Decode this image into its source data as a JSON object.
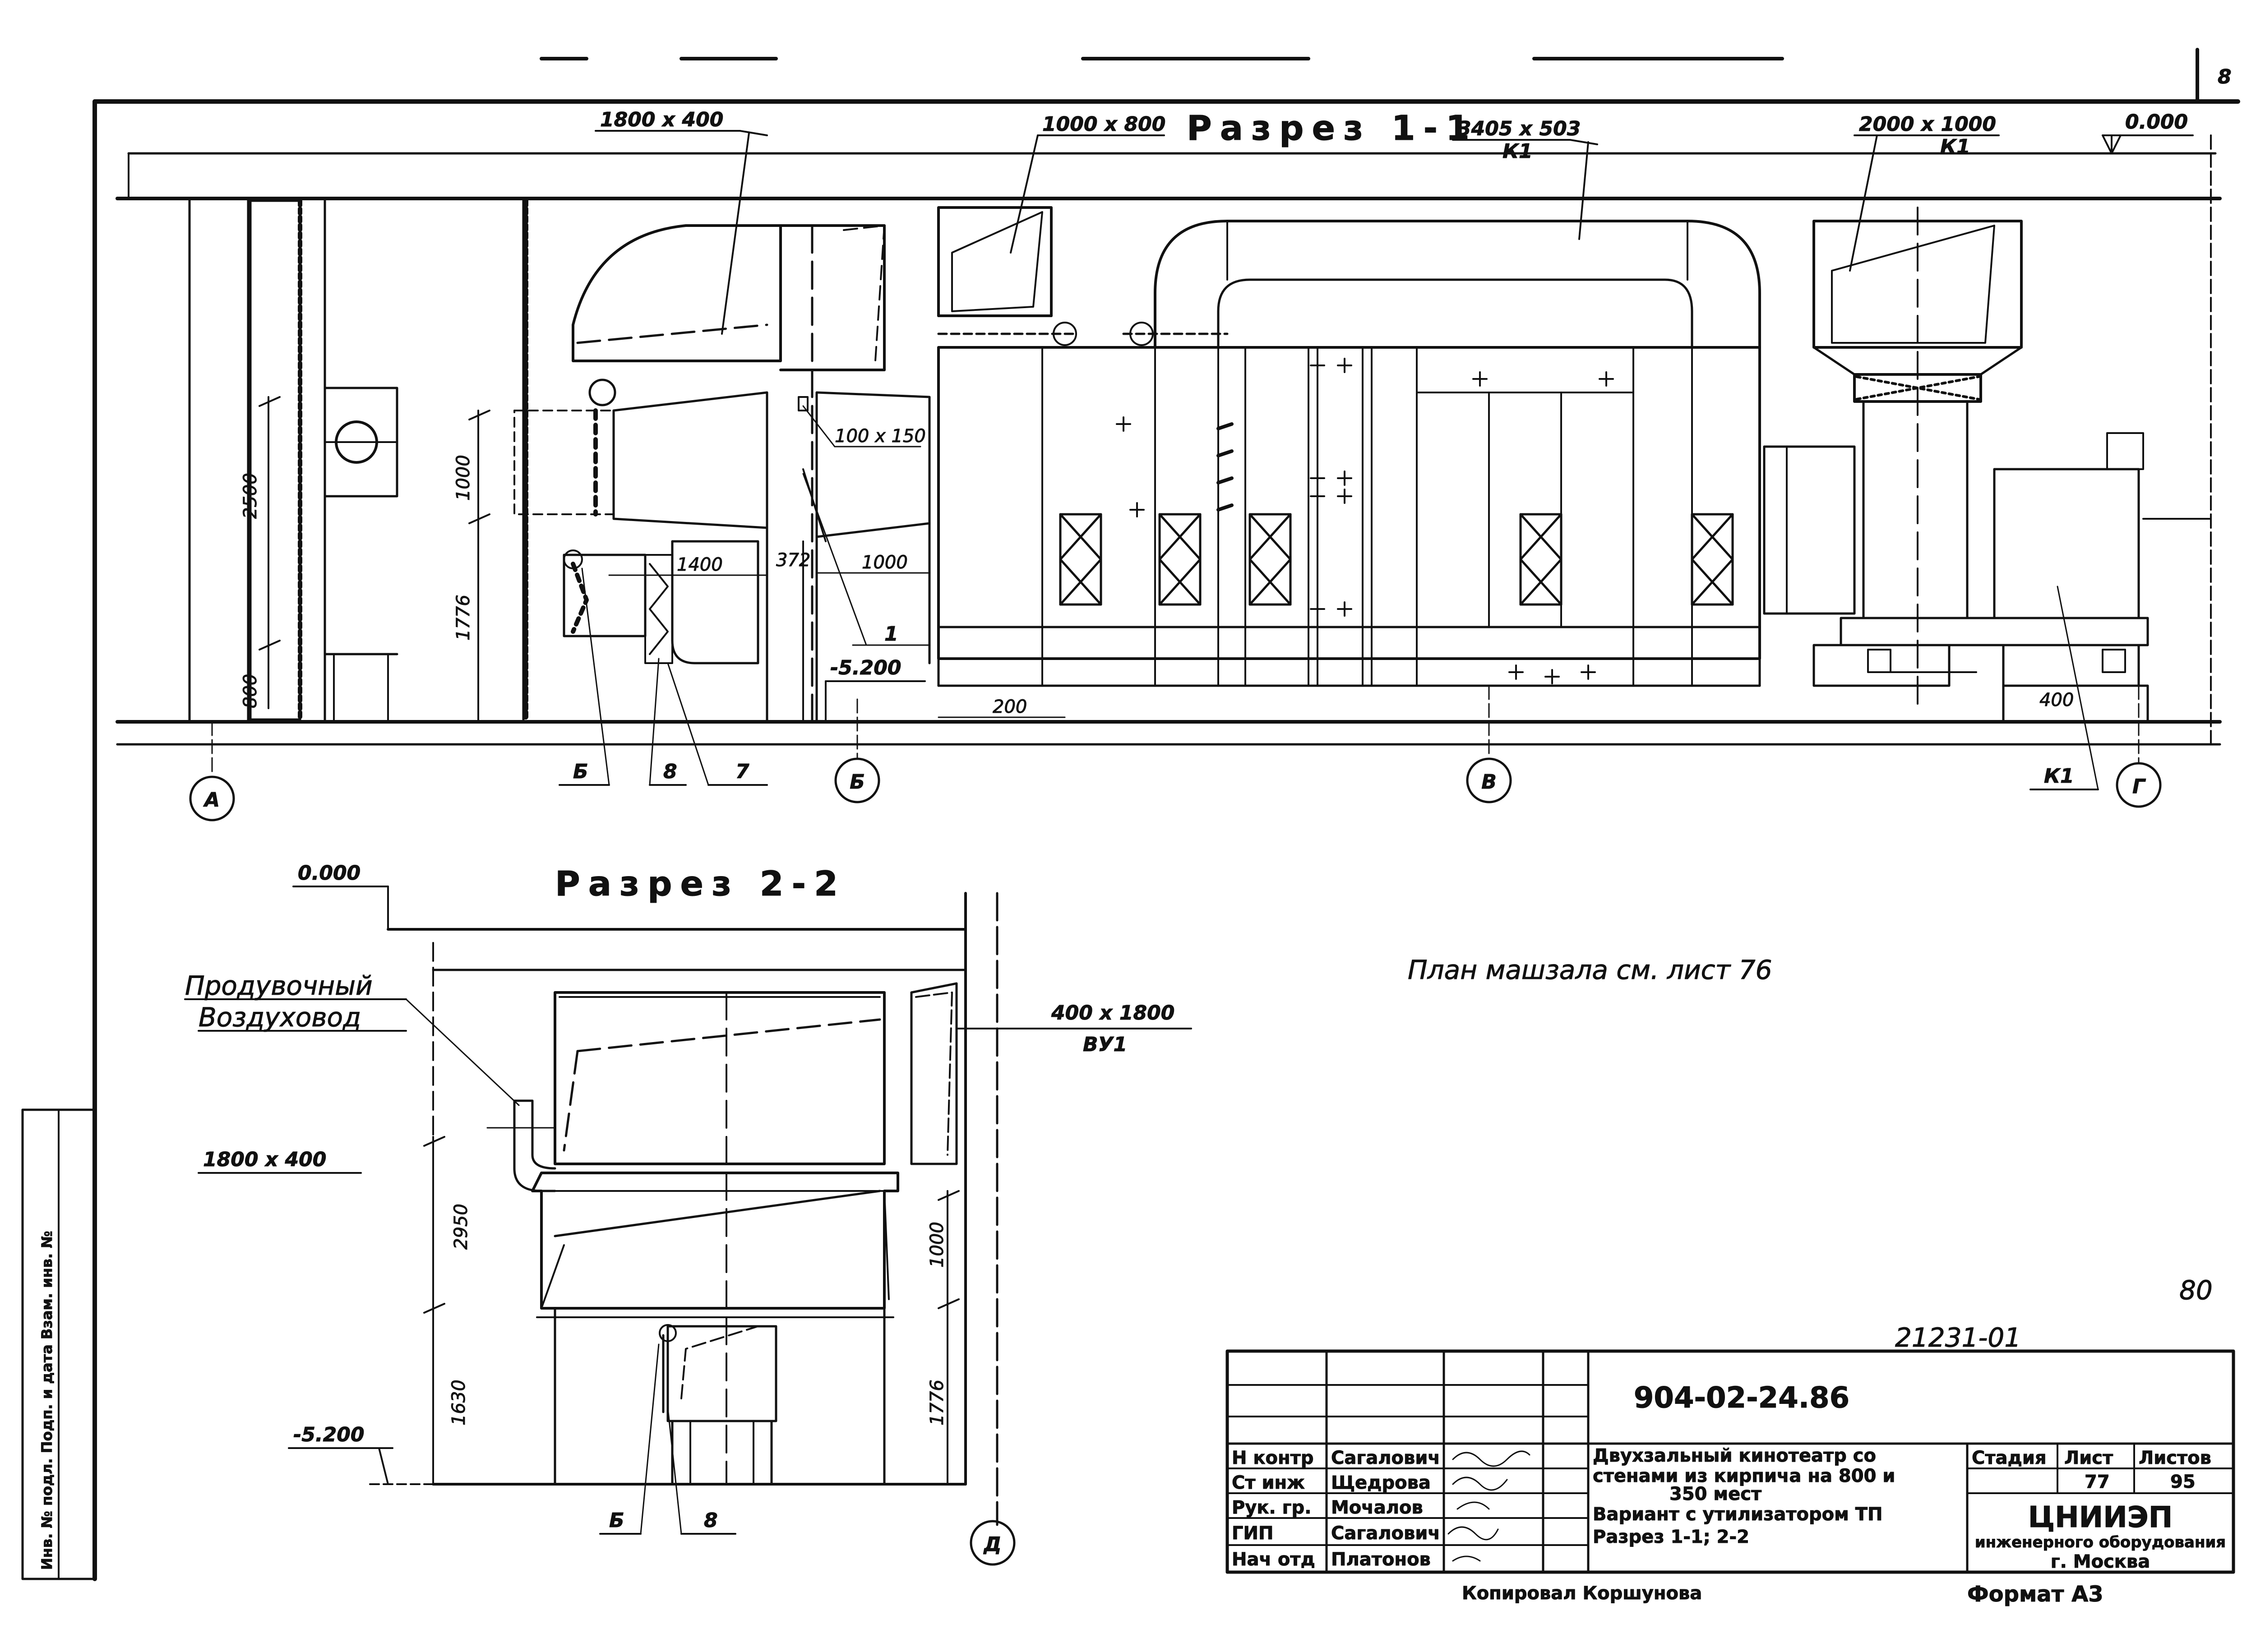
{
  "sheet": {
    "corner_mark": "8",
    "page_number": "80"
  },
  "section_1_1": {
    "title": "Разрез 1-1",
    "level_top": "0.000",
    "level_bottom": "-5.200",
    "callouts": {
      "duct_1800x400": "1800 x 400",
      "duct_1000x800": "1000 x 800",
      "duct_3405x503": "3405 x 503",
      "duct_3405_sub": "К1",
      "duct_2000x1000": "2000 x 1000",
      "duct_2000_sub": "К1",
      "damper_100x150": "100 x 150",
      "k1_bottom": "К1",
      "item_1": "1",
      "item_6": "Б",
      "item_8": "8",
      "item_7": "7"
    },
    "dims": {
      "h2500": "2500",
      "h800": "800",
      "h1000": "1000",
      "h1776": "1776",
      "w1400": "1400",
      "w372": "372",
      "w1000": "1000",
      "w200": "200",
      "h400": "400"
    },
    "axes": [
      "А",
      "Б",
      "В",
      "Г"
    ]
  },
  "section_2_2": {
    "title": "Разрез 2-2",
    "level_top": "0.000",
    "level_bottom": "-5.200",
    "label_blow_duct_1": "Продувочный",
    "label_blow_duct_2": "Воздуховод",
    "duct_1800x400": "1800 x 400",
    "duct_400x1800": "400 x 1800",
    "duct_400x1800_sub": "ВУ1",
    "dims": {
      "h2950": "2950",
      "h1630": "1630",
      "h1000": "1000",
      "h1776": "1776"
    },
    "item_6": "Б",
    "item_8": "8",
    "axis": "Д"
  },
  "note": "План машзала см. лист 76",
  "side_stamp": "Инв. № подл. Подп. и дата Взам. инв. №",
  "title_block": {
    "drawing_code": "21231-01",
    "project_code": "904-02-24.86",
    "rows": [
      {
        "role": "Н контр",
        "name": "Сагалович"
      },
      {
        "role": "Ст инж",
        "name": "Щедрова"
      },
      {
        "role": "Рук. гр.",
        "name": "Мочалов"
      },
      {
        "role": "ГИП",
        "name": "Сагалович"
      },
      {
        "role": "Нач отд",
        "name": "Платонов"
      }
    ],
    "description_1": "Двухзальный кинотеатр со",
    "description_2": "стенами из кирпича на 800 и",
    "description_3": "350 мест",
    "description_4": "Вариант с утилизатором ТП",
    "description_5": "Разрез 1-1; 2-2",
    "stage_label": "Стадия",
    "sheet_label": "Лист",
    "sheets_label": "Листов",
    "sheet_value": "77",
    "sheets_value": "95",
    "org_1": "ЦНИИЭП",
    "org_2": "инженерного оборудования",
    "org_3": "г. Москва",
    "copied_by": "Копировал Коршунова",
    "format": "Формат А3"
  }
}
